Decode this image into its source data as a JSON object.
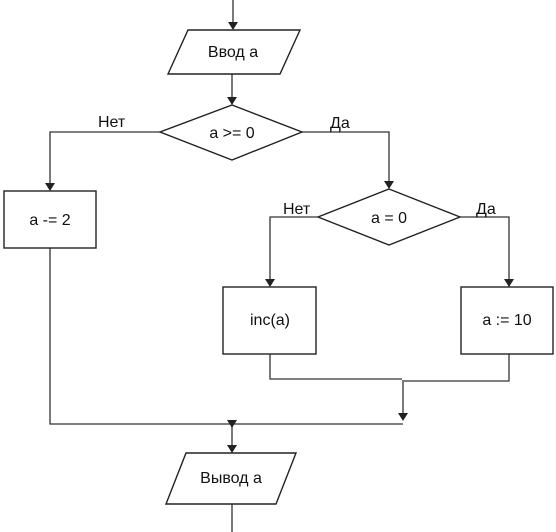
{
  "flowchart": {
    "input": "Ввод a",
    "cond1": "a >= 0",
    "cond1_no": "Нет",
    "cond1_yes": "Да",
    "op_sub": "a -= 2",
    "cond2": "a = 0",
    "cond2_no": "Нет",
    "cond2_yes": "Да",
    "op_inc": "inc(a)",
    "op_assign": "a := 10",
    "output": "Вывод a"
  }
}
